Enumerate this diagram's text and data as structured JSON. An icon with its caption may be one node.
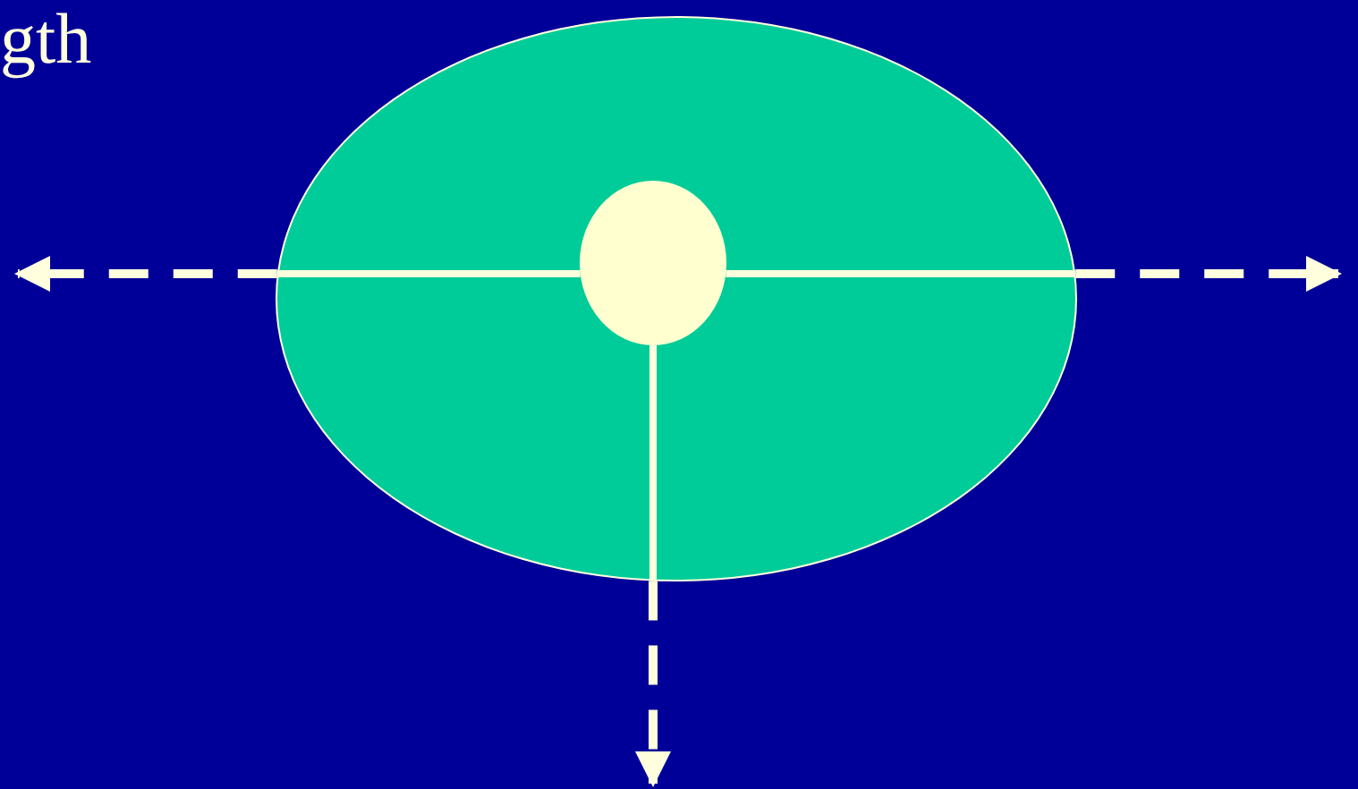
{
  "diagram": {
    "nodes": [
      {
        "text": [],
        "shape": "ellipse"
      },
      {
        "text": [],
        "shape": "ellipse",
        "in": 0
      }
    ],
    "edges": [
      {
        "from": 1,
        "to": 0,
        "arrow": "none"
      },
      {
        "from": 1,
        "to": 0,
        "arrow": "none"
      },
      {
        "from": 1,
        "to": 0,
        "arrow": "none"
      },
      {
        "from": 0,
        "to": null,
        "arrow": "to",
        "style": "dashed"
      },
      {
        "from": 0,
        "to": null,
        "arrow": "to",
        "style": "dashed"
      },
      {
        "from": 0,
        "to": null,
        "arrow": "to",
        "style": "dashed"
      }
    ],
    "labels": [
      "gth"
    ]
  }
}
